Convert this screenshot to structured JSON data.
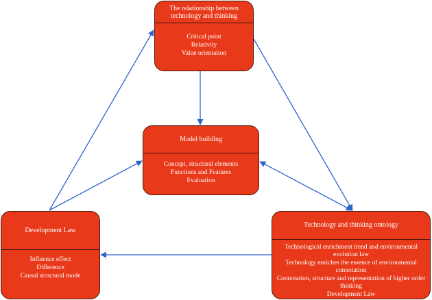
{
  "nodes": {
    "relationship": {
      "title": "The relationship between technology and thinking",
      "items": [
        "Critical point",
        "Relativity",
        "Value orientation"
      ]
    },
    "model": {
      "title": "Model building",
      "items": [
        "Concept, structural elements",
        "Functions and Features",
        "Evaluation"
      ]
    },
    "development": {
      "title": "Development Law",
      "items": [
        "Influence effect",
        "Difference",
        "Causal structural mode"
      ]
    },
    "ontology": {
      "title": "Technology and thinking ontology",
      "items": [
        "Technological enrichment trend and environmental evolution law",
        "Technology enriches the essence of environmental connotation",
        "Connotation, structure and representation of higher order thinking",
        "Development Law"
      ]
    }
  },
  "colors": {
    "node_fill": "#e8391a",
    "arrow": "#2e63c8"
  }
}
